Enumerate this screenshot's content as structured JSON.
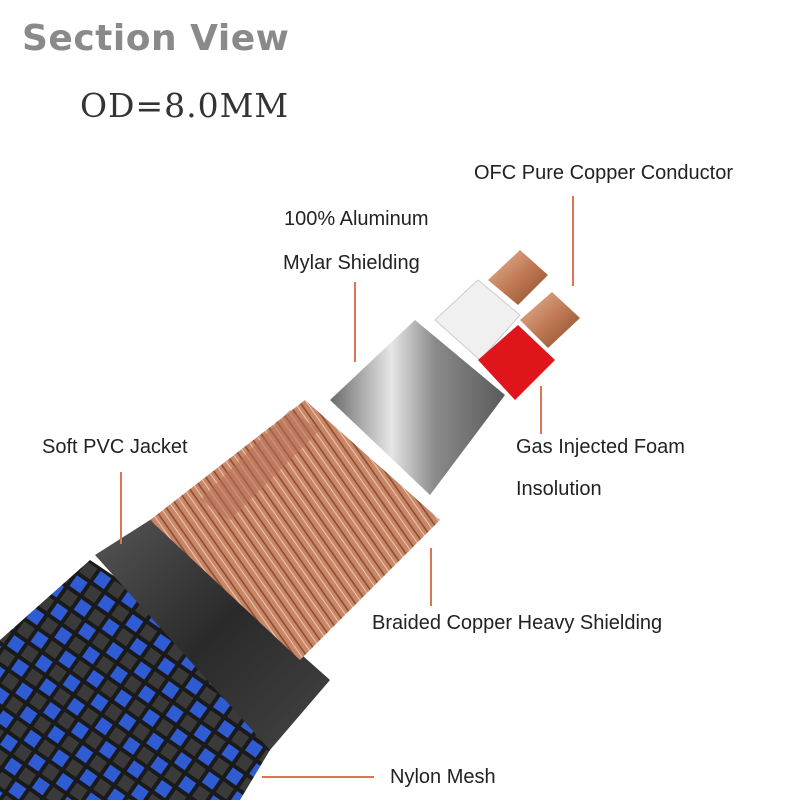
{
  "title": "Section View",
  "subtitle": "OD=8.0MM",
  "labels": {
    "conductor": "OFC Pure Copper Conductor",
    "mylar_line1": "100% Aluminum",
    "mylar_line2": "Mylar Shielding",
    "jacket": "Soft PVC Jacket",
    "foam_line1": "Gas Injected Foam",
    "foam_line2": "Insolution",
    "braid": "Braided Copper Heavy Shielding",
    "mesh": "Nylon Mesh"
  },
  "colors": {
    "title": "#8a8a8a",
    "leader": "#d97850",
    "copper": "#c07a55",
    "jacket": "#3a3a3a",
    "mesh_blue": "#2f5bd3",
    "insulation_red": "#e0141b",
    "insulation_white": "#f0f0f0",
    "mylar": "#9a9a9a"
  }
}
